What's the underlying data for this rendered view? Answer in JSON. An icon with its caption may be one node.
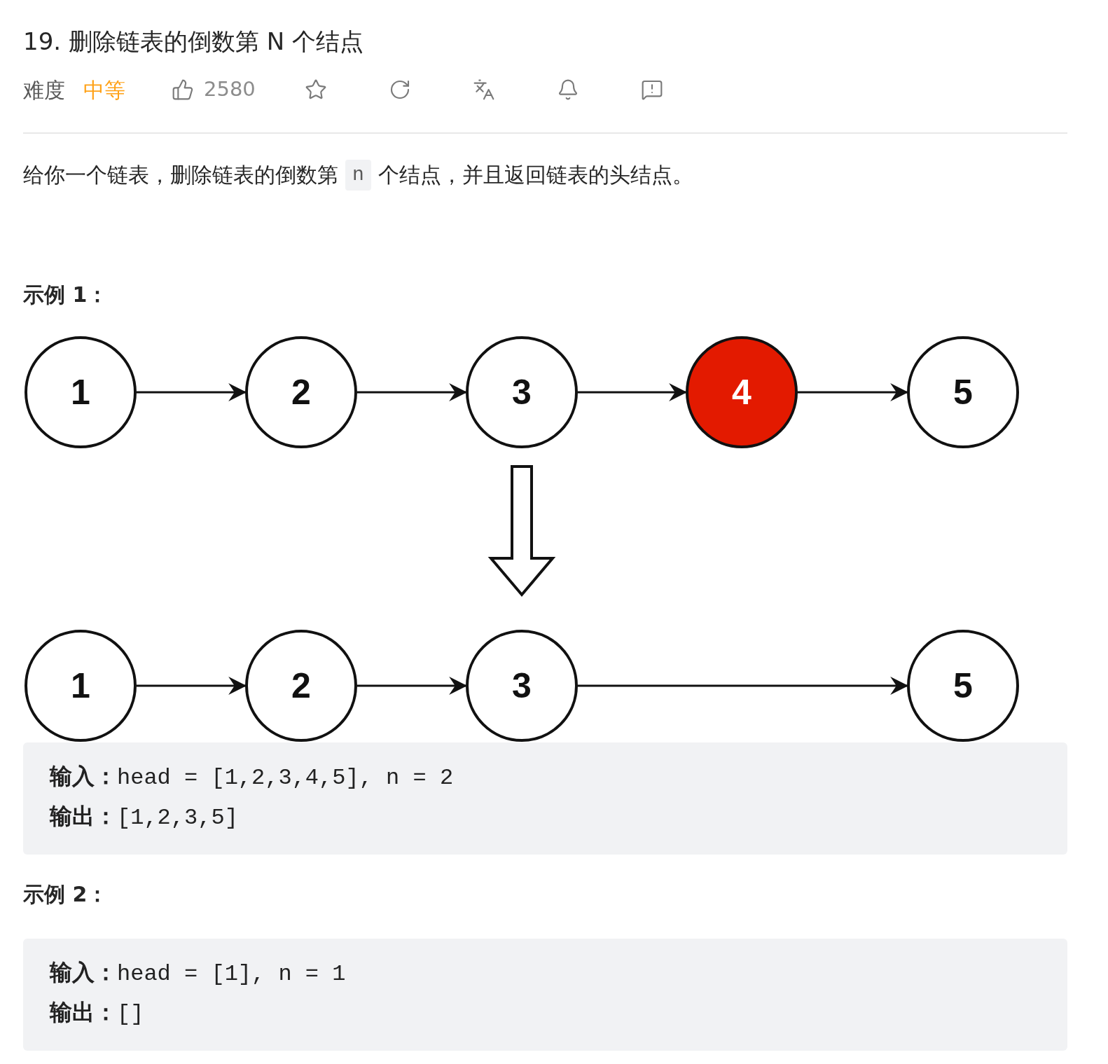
{
  "diagram": {
    "title": "19. 删除链表的倒数第 N 个结点",
    "nodes": [
      {
        "text": [
          "1"
        ]
      },
      {
        "text": [
          "2"
        ]
      },
      {
        "text": [
          "3"
        ]
      },
      {
        "text": [
          "4"
        ]
      },
      {
        "text": [
          "5"
        ]
      },
      {
        "text": [
          "1"
        ]
      },
      {
        "text": [
          "2"
        ]
      },
      {
        "text": [
          "3"
        ]
      },
      {
        "text": [
          "5"
        ]
      }
    ],
    "edges": [
      {
        "from": 0,
        "to": 1,
        "arrow": "to"
      },
      {
        "from": 1,
        "to": 2,
        "arrow": "to"
      },
      {
        "from": 2,
        "to": 3,
        "arrow": "to"
      },
      {
        "from": 3,
        "to": 4,
        "arrow": "to"
      },
      {
        "from": 2,
        "to": 7,
        "arrow": "to",
        "style": "thick"
      },
      {
        "from": 5,
        "to": 6,
        "arrow": "to"
      },
      {
        "from": 6,
        "to": 7,
        "arrow": "to"
      },
      {
        "from": 7,
        "to": 8,
        "arrow": "to"
      }
    ],
    "labels": [
      "难度",
      "中等",
      "2580",
      "给你一个链表，删除链表的倒数第",
      "n",
      "个结点，并且返回链表的头结点。",
      "示例 1：",
      "输入：",
      "head = [1,2,3,4,5], n = 2",
      "输出：",
      "[1,2,3,5]",
      "示例 2：",
      "输入：",
      "head = [1], n = 1",
      "输出：",
      "[]"
    ]
  }
}
